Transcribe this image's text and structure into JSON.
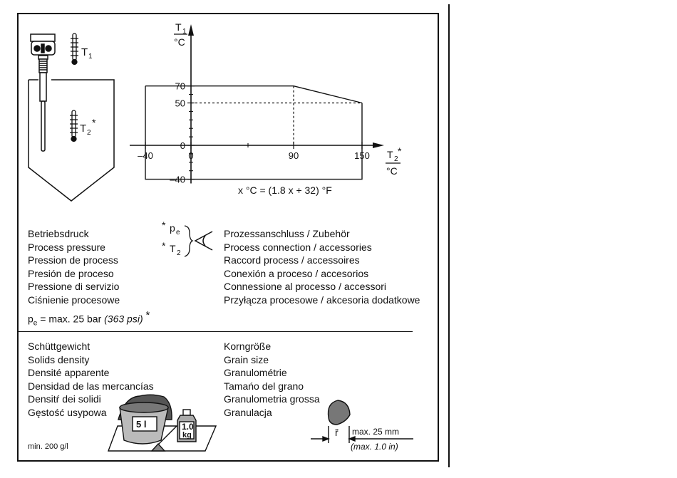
{
  "graph": {
    "y_unit_top": "T",
    "y_unit_sub": "1",
    "y_unit_bottom": "°C",
    "x_unit_top": "T",
    "x_unit_sub": "2",
    "x_unit_star": "*",
    "x_unit_bottom": "°C",
    "y_ticks": [
      "70",
      "50",
      "0",
      "–40"
    ],
    "x_ticks": [
      "–40",
      "0",
      "90",
      "150"
    ],
    "formula": "x °C = (1.8 x + 32) °F"
  },
  "chart_data": {
    "type": "line",
    "x": [
      0,
      90,
      150
    ],
    "y": [
      70,
      70,
      50
    ],
    "xlim": [
      -40,
      150
    ],
    "ylim": [
      -40,
      70
    ],
    "xlabel": "T2* °C",
    "ylabel": "T1 °C",
    "rectangle_extent": {
      "x": [
        -40,
        150
      ],
      "y": [
        -40,
        70
      ]
    }
  },
  "device": {
    "t1_label": "T",
    "t1_sub": "1",
    "t2_label": "T",
    "t2_sub": "2",
    "t2_star": "*"
  },
  "pressure": {
    "lines": [
      "Betriebsdruck",
      "Process pressure",
      "Pression de process",
      "Presión de proceso",
      "Pressione di servizio",
      "Ciśnienie procesowe"
    ],
    "max_prefix": "p",
    "max_sub": "e",
    "max_value": " = max. 25 bar ",
    "max_psi": "(363 psi)",
    "max_star": "*"
  },
  "symbols": {
    "pe_star": "*",
    "pe": "p",
    "pe_sub": "e",
    "t2_star": "*",
    "t2": "T",
    "t2_sub": "2"
  },
  "connection": {
    "lines": [
      "Prozessanschluss / Zubehör",
      "Process connection / accessories",
      "Raccord process / accessoires",
      "Conexión a proceso / accesorios",
      "Connessione al processo / accessori",
      "Przyłącza procesowe / akcesoria dodatkowe"
    ]
  },
  "density": {
    "lines": [
      "Schüttgewicht",
      "Solids density",
      "Densité apparente",
      "Densidad de las mercancías",
      "Densitŕ dei solidi",
      "Gęstość usypowa"
    ],
    "min": "min. 200 g/l",
    "bucket_label": "5 l",
    "weight_top": "1.0",
    "weight_bottom": "kg"
  },
  "grain": {
    "lines": [
      "Korngröße",
      "Grain size",
      "Granulométrie",
      "Tamańo del grano",
      "Granulometria grossa",
      "Granulacja"
    ],
    "r_label": "ř",
    "max_mm": "max. 25 mm",
    "max_in": "(max. 1.0 in)"
  }
}
